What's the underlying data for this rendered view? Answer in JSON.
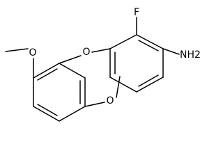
{
  "atoms": {
    "fluorine": "F",
    "ether_oxygen": "O",
    "amine": "NH2",
    "methoxy_top_oxygen": "O",
    "methoxy_bottom_oxygen": "O"
  },
  "colors": {
    "bond": "#000000",
    "label": "#000000",
    "background": "#ffffff"
  }
}
